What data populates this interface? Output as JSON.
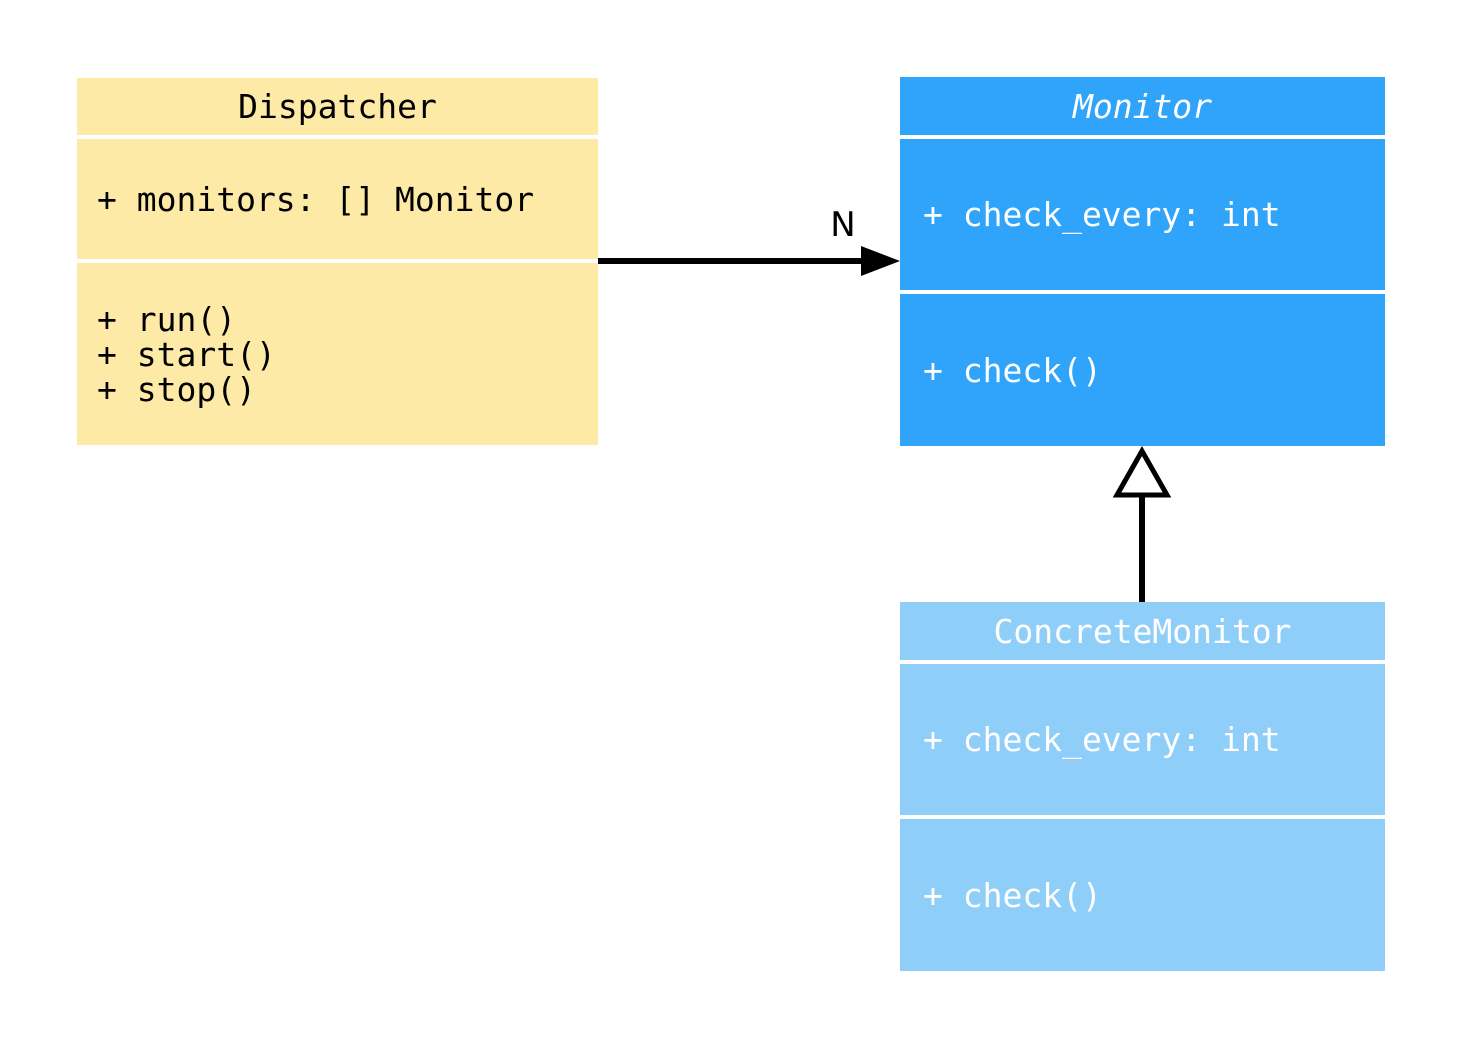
{
  "diagram": {
    "type": "uml-class-diagram",
    "classes": [
      {
        "name": "Dispatcher",
        "abstract": false,
        "attributes": [
          "+ monitors: [] Monitor"
        ],
        "methods": [
          "+ run()",
          "+ start()",
          "+ stop()"
        ]
      },
      {
        "name": "Monitor",
        "abstract": true,
        "attributes": [
          "+ check_every: int"
        ],
        "methods": [
          "+ check()"
        ]
      },
      {
        "name": "ConcreteMonitor",
        "abstract": false,
        "attributes": [
          "+ check_every: int"
        ],
        "methods": [
          "+ check()"
        ]
      }
    ],
    "relationships": [
      {
        "type": "association",
        "from": "Dispatcher",
        "to": "Monitor",
        "label": "N"
      },
      {
        "type": "inheritance",
        "from": "ConcreteMonitor",
        "to": "Monitor",
        "label": ""
      }
    ],
    "colors": {
      "dispatcher_fill": "#FCEAA6",
      "dispatcher_text": "#000000",
      "monitor_fill": "#2FA4FA",
      "concrete_monitor_fill": "#90CEFA",
      "blue_box_text": "#FFFFFF",
      "line_color": "#000000",
      "background": "#FFFFFF"
    }
  }
}
